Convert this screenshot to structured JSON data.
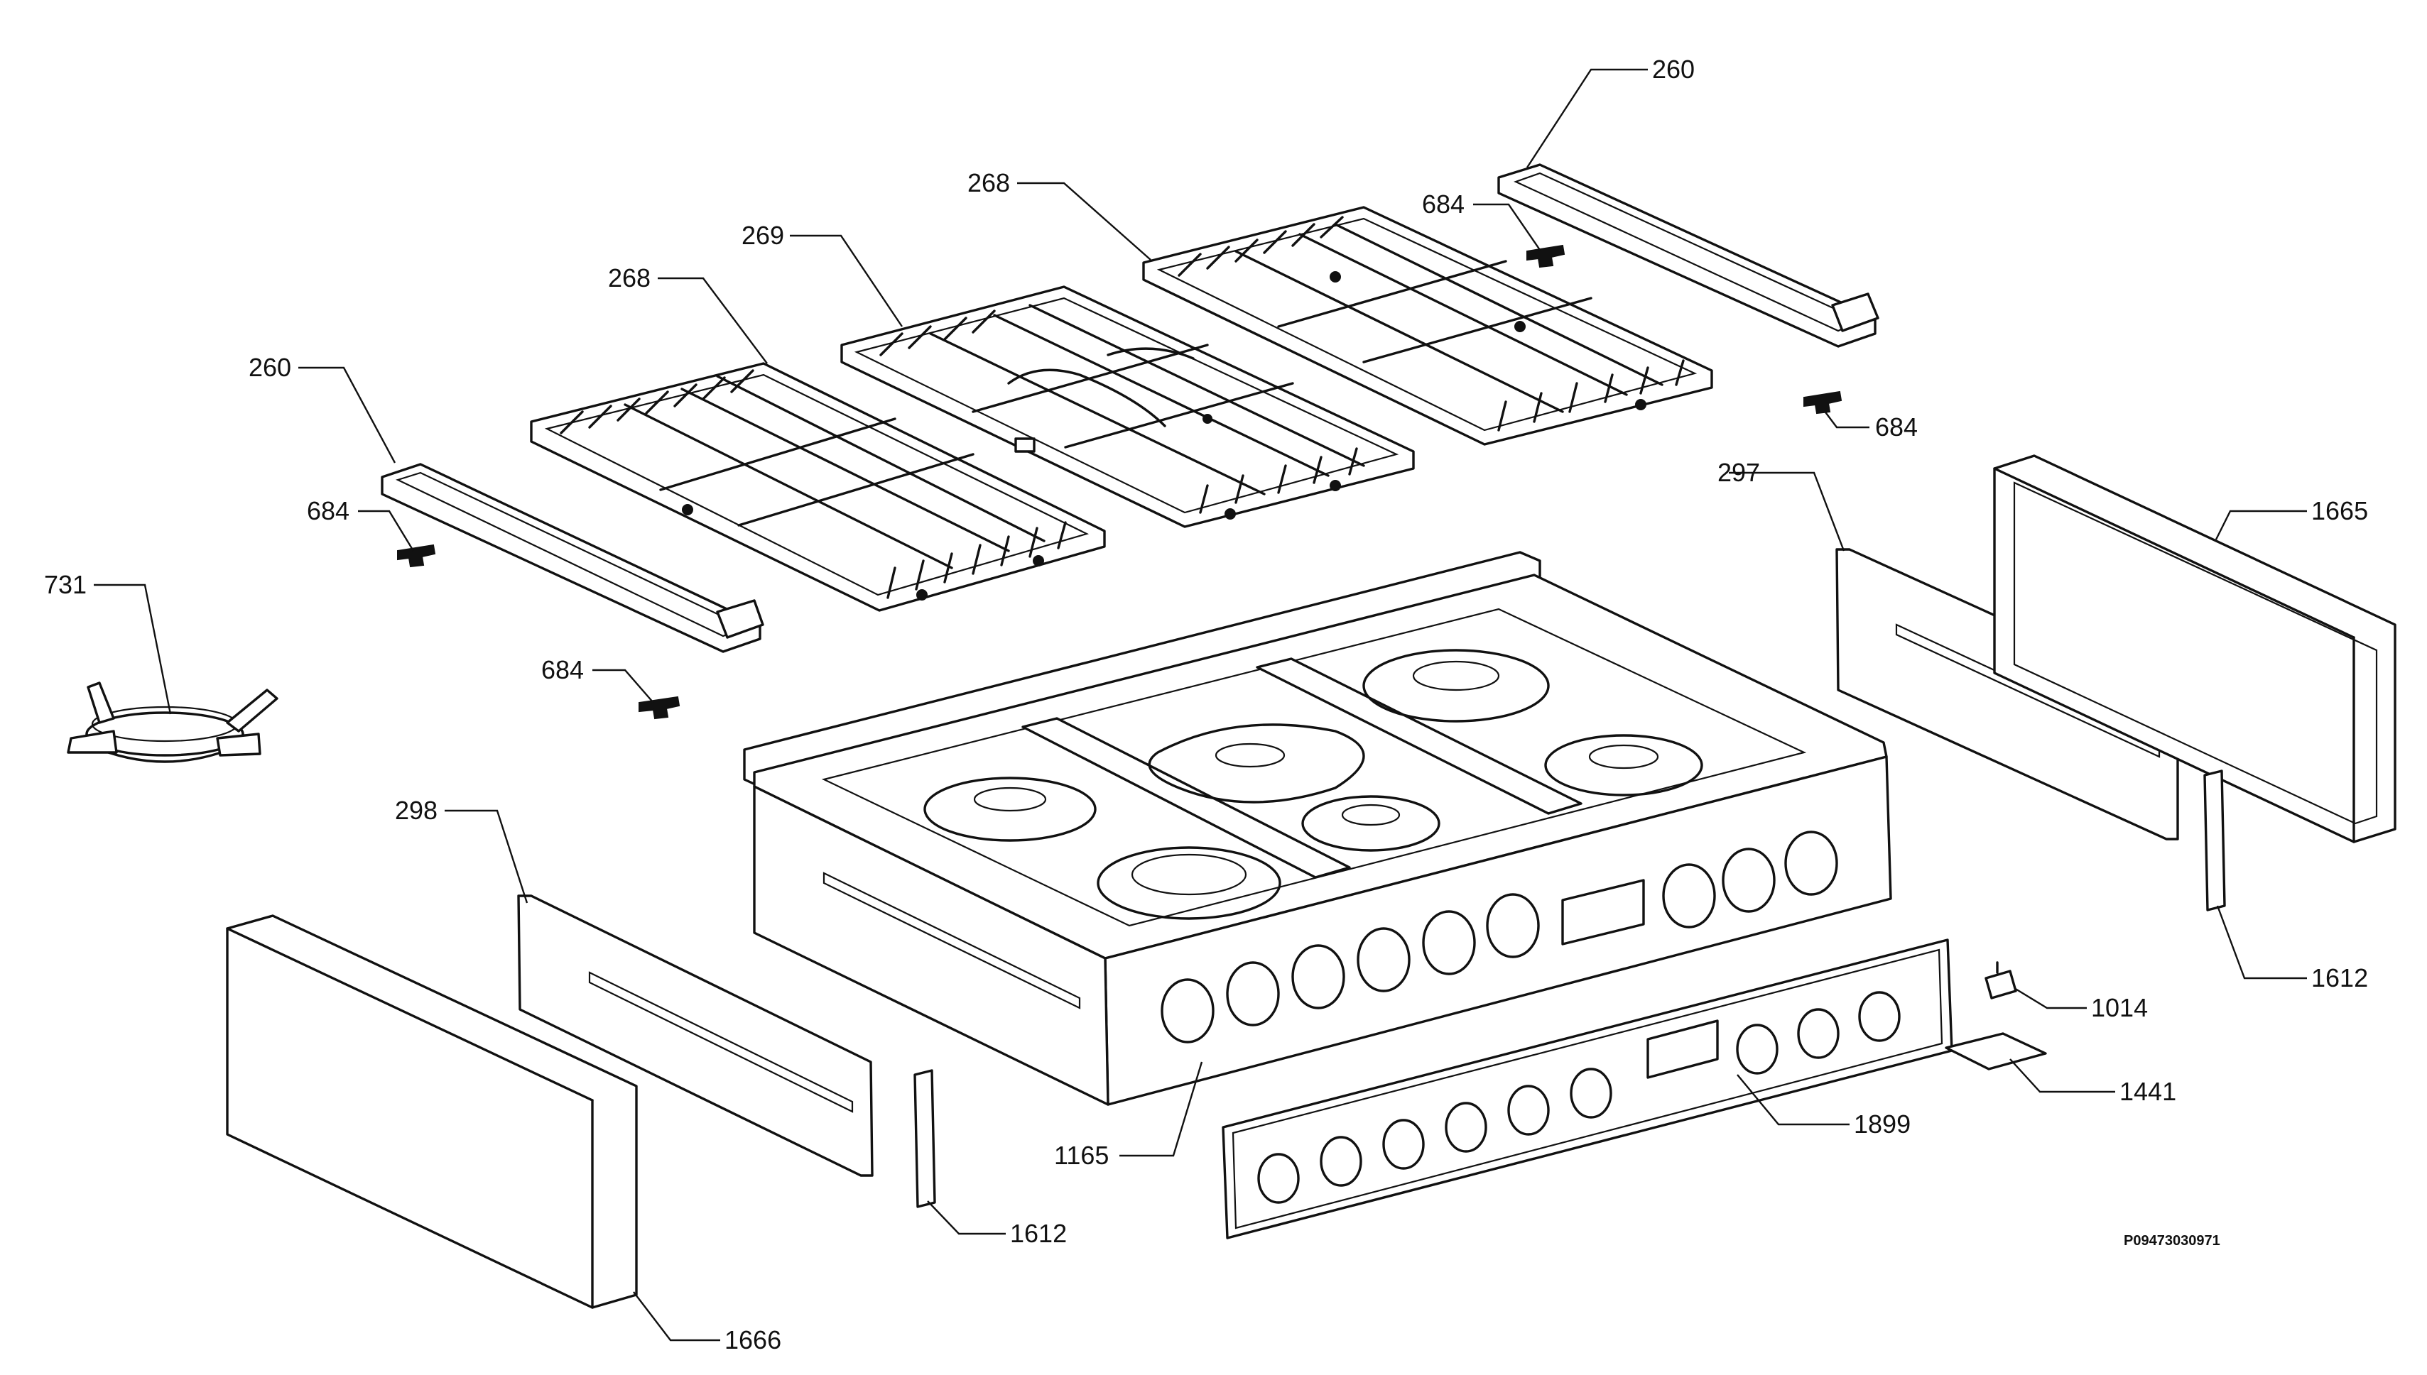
{
  "diagram": {
    "reference_code": "P09473030971",
    "callouts": [
      {
        "id": "c260-right",
        "label": "260"
      },
      {
        "id": "c268-right",
        "label": "268"
      },
      {
        "id": "c684-top",
        "label": "684"
      },
      {
        "id": "c269",
        "label": "269"
      },
      {
        "id": "c268-left",
        "label": "268"
      },
      {
        "id": "c260-left",
        "label": "260"
      },
      {
        "id": "c684-right",
        "label": "684"
      },
      {
        "id": "c297",
        "label": "297"
      },
      {
        "id": "c1665",
        "label": "1665"
      },
      {
        "id": "c684-left",
        "label": "684"
      },
      {
        "id": "c731",
        "label": "731"
      },
      {
        "id": "c684-mid",
        "label": "684"
      },
      {
        "id": "c298",
        "label": "298"
      },
      {
        "id": "c1612-right",
        "label": "1612"
      },
      {
        "id": "c1014",
        "label": "1014"
      },
      {
        "id": "c1441",
        "label": "1441"
      },
      {
        "id": "c1899",
        "label": "1899"
      },
      {
        "id": "c1165",
        "label": "1165"
      },
      {
        "id": "c1612-left",
        "label": "1612"
      },
      {
        "id": "c1666",
        "label": "1666"
      }
    ]
  }
}
